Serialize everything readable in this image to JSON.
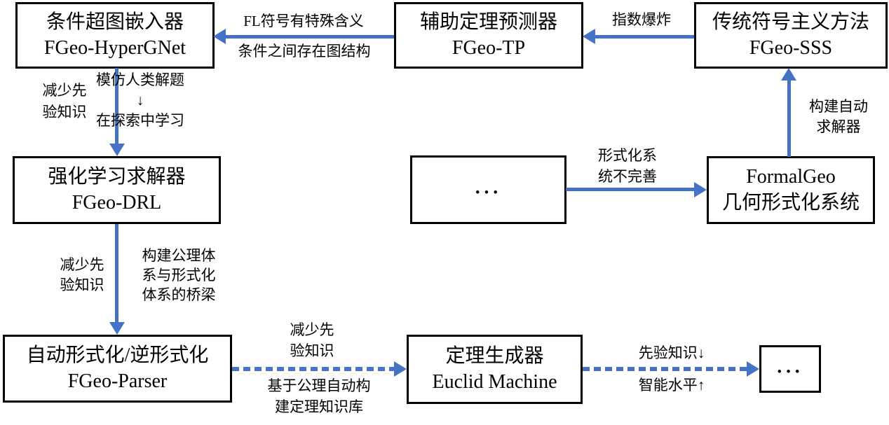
{
  "diagram": {
    "colors": {
      "arrow": "#4472C4",
      "box_border": "#000000",
      "text": "#000000",
      "background": "#ffffff"
    },
    "boxes": [
      {
        "id": "fgeo-hypergnet",
        "line1": "条件超图嵌入器",
        "line2": "FGeo-HyperGNet"
      },
      {
        "id": "fgeo-tp",
        "line1": "辅助定理预测器",
        "line2": "FGeo-TP"
      },
      {
        "id": "fgeo-sss",
        "line1": "传统符号主义方法",
        "line2": "FGeo-SSS"
      },
      {
        "id": "fgeo-drl",
        "line1": "强化学习求解器",
        "line2": "FGeo-DRL"
      },
      {
        "id": "ellipsis-mid",
        "line1": "…"
      },
      {
        "id": "formalgeo",
        "line1": "FormalGeo",
        "line2": "几何形式化系统"
      },
      {
        "id": "fgeo-parser",
        "line1": "自动形式化/逆形式化",
        "line2": "FGeo-Parser"
      },
      {
        "id": "euclid-machine",
        "line1": "定理生成器",
        "line2": "Euclid Machine"
      },
      {
        "id": "ellipsis-end",
        "line1": "…"
      }
    ],
    "edge_labels": {
      "fl_special": "FL符号有特殊含义",
      "graph_structure": "条件之间存在图结构",
      "exp_explosion": "指数爆炸",
      "reduce_prior_1": "减少先\n验知识",
      "imitate_human": "模仿人类解题\n↓\n在探索中学习",
      "formal_incomplete": "形式化系\n统不完善",
      "build_solver": "构建自动\n求解器",
      "reduce_prior_2": "减少先\n验知识",
      "bridge": "构建公理体\n系与形式化\n体系的桥梁",
      "reduce_prior_3": "减少先\n验知识",
      "axiom_kb": "基于公理自动构\n建定理知识库",
      "prior_down": "先验知识↓",
      "intel_up": "智能水平↑"
    },
    "edges": [
      {
        "from": "fgeo-tp",
        "to": "fgeo-hypergnet",
        "style": "solid"
      },
      {
        "from": "fgeo-sss",
        "to": "fgeo-tp",
        "style": "solid"
      },
      {
        "from": "fgeo-hypergnet",
        "to": "fgeo-drl",
        "style": "solid"
      },
      {
        "from": "ellipsis-mid",
        "to": "formalgeo",
        "style": "solid"
      },
      {
        "from": "formalgeo",
        "to": "fgeo-sss",
        "style": "solid"
      },
      {
        "from": "fgeo-drl",
        "to": "fgeo-parser",
        "style": "solid"
      },
      {
        "from": "fgeo-parser",
        "to": "euclid-machine",
        "style": "dashed"
      },
      {
        "from": "euclid-machine",
        "to": "ellipsis-end",
        "style": "dashed"
      }
    ]
  }
}
